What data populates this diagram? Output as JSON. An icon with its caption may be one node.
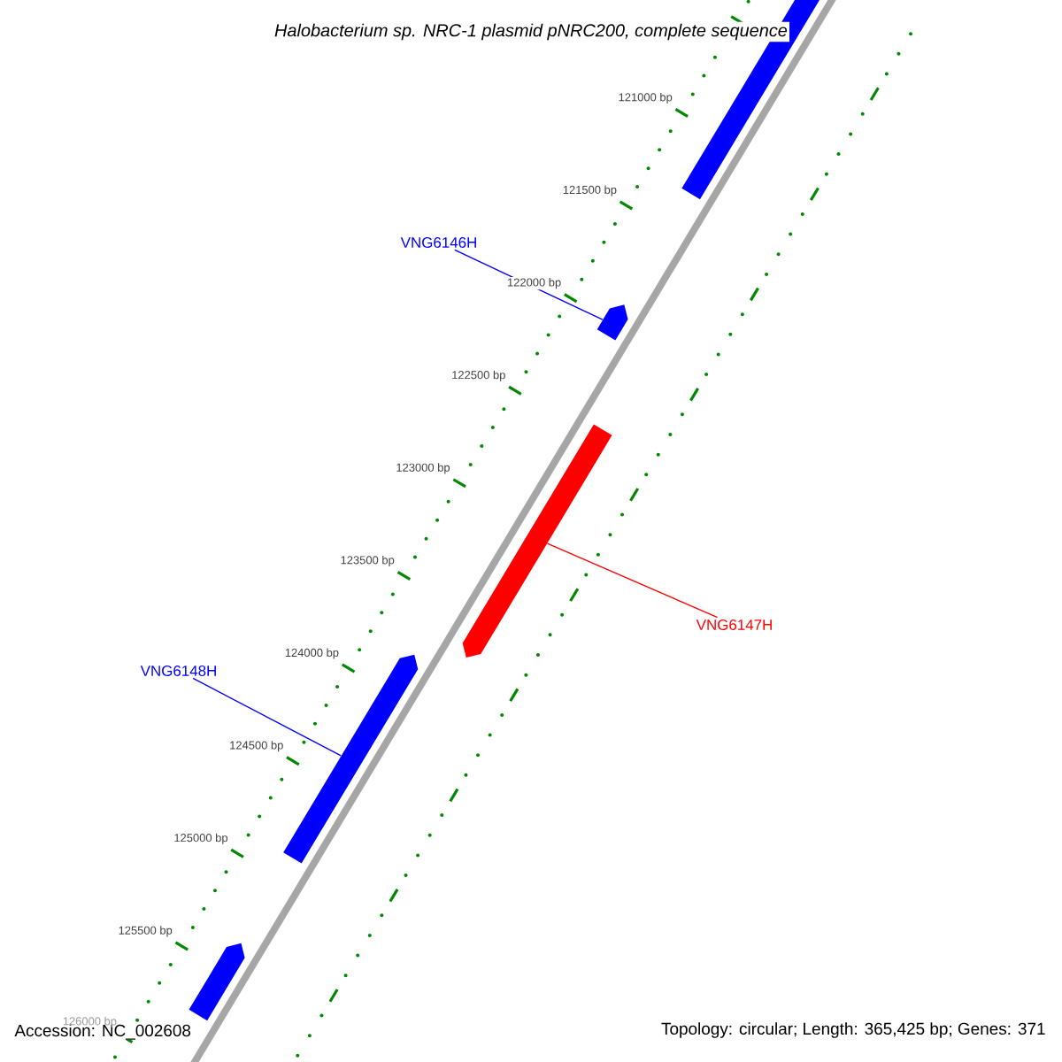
{
  "diagram": {
    "title": "Halobacterium sp. NRC-1 plasmid pNRC200, complete sequence",
    "nodes": [
      {
        "text": [],
        "shape": "arrow"
      },
      {
        "text": [
          "VNG6146H"
        ]
      },
      {
        "text": [],
        "shape": "arrow"
      },
      {
        "text": [],
        "shape": "arrow"
      },
      {
        "text": [
          "VNG6147H"
        ]
      },
      {
        "text": [
          "VNG6148H"
        ]
      },
      {
        "text": [],
        "shape": "arrow"
      },
      {
        "text": [],
        "shape": "arrow"
      }
    ],
    "edges": [
      {
        "from": 1,
        "to": 2,
        "arrow": "none"
      },
      {
        "from": 4,
        "to": 3,
        "arrow": "none",
        "color": "#ff0000"
      },
      {
        "from": 5,
        "to": 6,
        "arrow": "none"
      }
    ],
    "labels": [
      "121000 bp",
      "121500 bp",
      "122000 bp",
      "122500 bp",
      "123000 bp",
      "123500 bp",
      "124000 bp",
      "124500 bp",
      "125000 bp",
      "125500 bp",
      "126000 bp",
      "Accession: NC_002608",
      "Topology: circular; Length: 365,425 bp; Genes: 371"
    ]
  }
}
